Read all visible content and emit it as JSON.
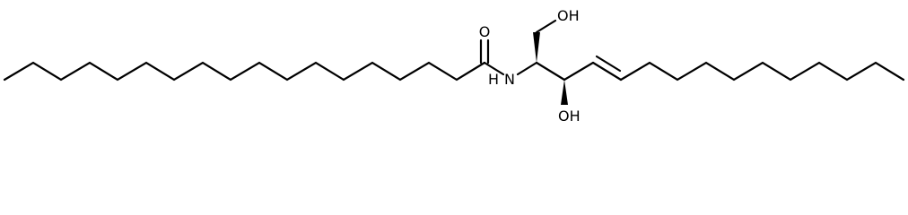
{
  "structure": {
    "atom_labels": {
      "carbonyl_oxygen": "O",
      "amide_nitrogen": "N",
      "amide_hydrogen": "H",
      "primary_hydroxyl": "OH",
      "secondary_hydroxyl": "OH"
    },
    "colors": {
      "bond": "#000000",
      "text": "#000000",
      "background": "#ffffff"
    }
  }
}
